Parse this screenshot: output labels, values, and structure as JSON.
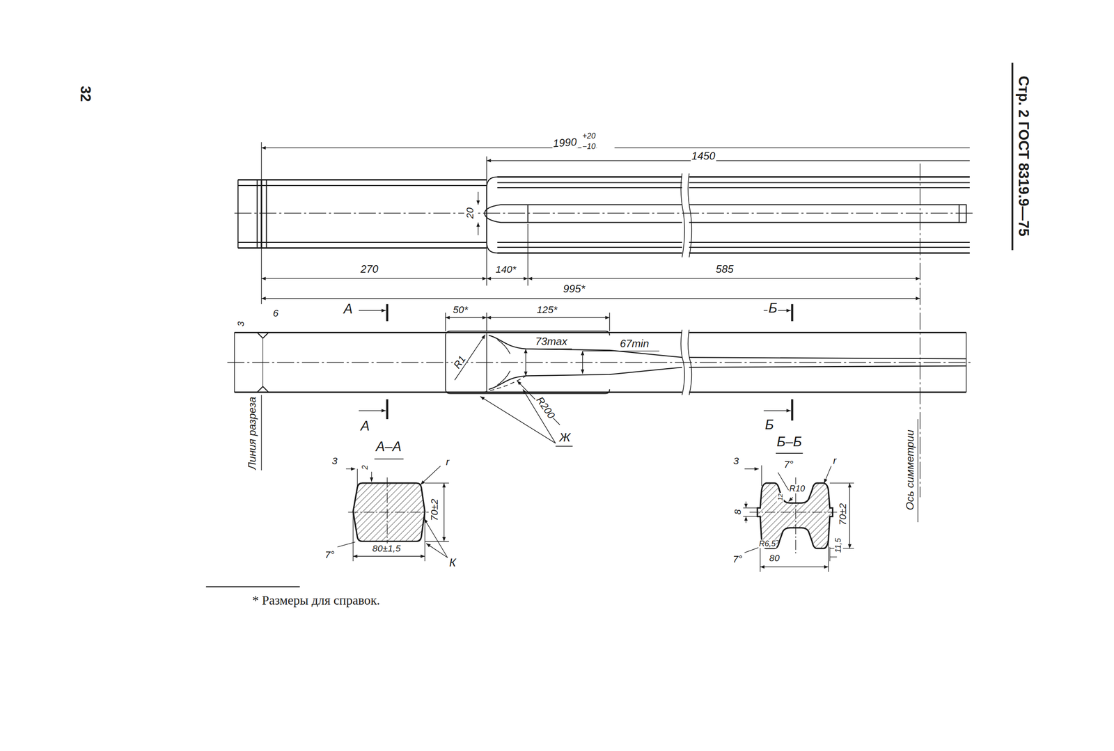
{
  "diagram": {
    "labels": [
      "32",
      "Стр. 2 ГОСТ 8319.9—75",
      "1990",
      "+20",
      "−10",
      "1450",
      "20",
      "270",
      "140*",
      "585",
      "995*",
      "3",
      "6",
      "А",
      "50*",
      "125*",
      "Б",
      "R1",
      "73max",
      "67min",
      "R200",
      "Ж",
      "А",
      "Б",
      "Линия разреза",
      "Ось симметрии",
      "А–А",
      "3",
      "2",
      "r",
      "70±2",
      "7°",
      "80±1,5",
      "К",
      "Б–Б",
      "3",
      "7°",
      "r",
      "8",
      "R10",
      "12",
      "70±2",
      "7°",
      "R6,5",
      "80",
      "11,5",
      "* Размеры для справок."
    ]
  }
}
